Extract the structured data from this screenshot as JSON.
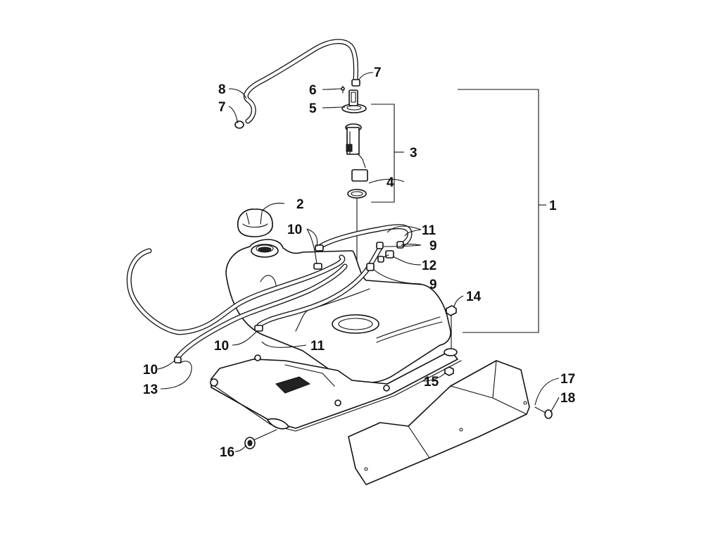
{
  "diagram": {
    "parts": [
      {
        "id": "1",
        "label": "1"
      },
      {
        "id": "2",
        "label": "2"
      },
      {
        "id": "3",
        "label": "3"
      },
      {
        "id": "4",
        "label": "4"
      },
      {
        "id": "5",
        "label": "5"
      },
      {
        "id": "6",
        "label": "6"
      },
      {
        "id": "7a",
        "label": "7"
      },
      {
        "id": "7b",
        "label": "7"
      },
      {
        "id": "8",
        "label": "8"
      },
      {
        "id": "9a",
        "label": "9"
      },
      {
        "id": "9b",
        "label": "9"
      },
      {
        "id": "10a",
        "label": "10"
      },
      {
        "id": "10b",
        "label": "10"
      },
      {
        "id": "10c",
        "label": "10"
      },
      {
        "id": "11a",
        "label": "11"
      },
      {
        "id": "11b",
        "label": "11"
      },
      {
        "id": "12",
        "label": "12"
      },
      {
        "id": "13",
        "label": "13"
      },
      {
        "id": "14",
        "label": "14"
      },
      {
        "id": "15",
        "label": "15"
      },
      {
        "id": "16",
        "label": "16"
      },
      {
        "id": "17",
        "label": "17"
      },
      {
        "id": "18",
        "label": "18"
      }
    ]
  }
}
